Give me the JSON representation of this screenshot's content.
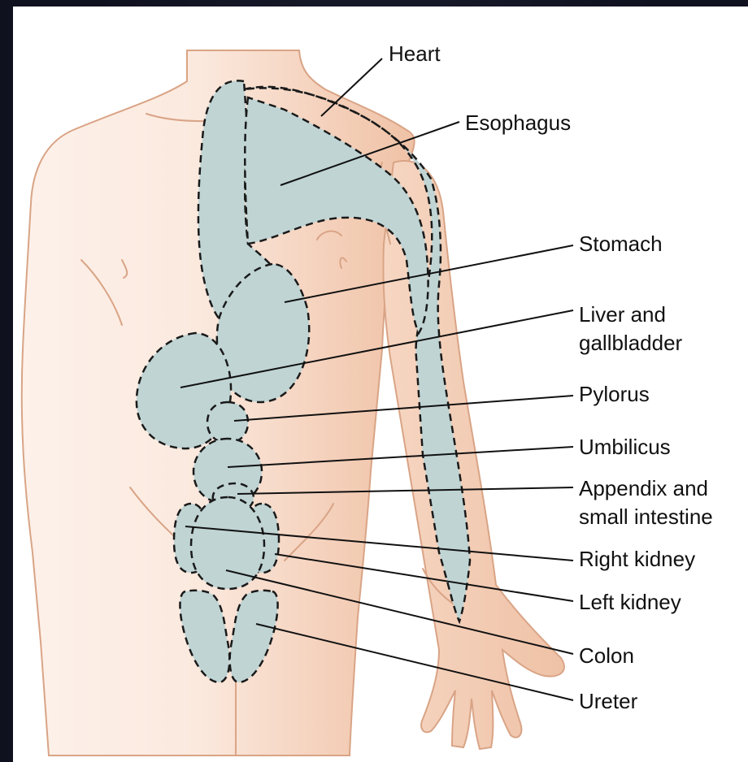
{
  "labels": {
    "heart": "Heart",
    "esophagus": "Esophagus",
    "stomach": "Stomach",
    "liver_line1": "Liver and",
    "liver_line2": "gallbladder",
    "pylorus": "Pylorus",
    "umbilicus": "Umbilicus",
    "appendix_line1": "Appendix and",
    "appendix_line2": "small intestine",
    "right_kidney": "Right kidney",
    "left_kidney": "Left kidney",
    "colon": "Colon",
    "ureter": "Ureter"
  },
  "colors": {
    "background": "#10111f",
    "skin_light": "#fbeee6",
    "skin_shadow": "#f2c9b0",
    "outline": "#d9a486",
    "region_fill": "#c0d4d4",
    "region_stroke": "#1a1a1a",
    "leader_line": "#111111"
  }
}
